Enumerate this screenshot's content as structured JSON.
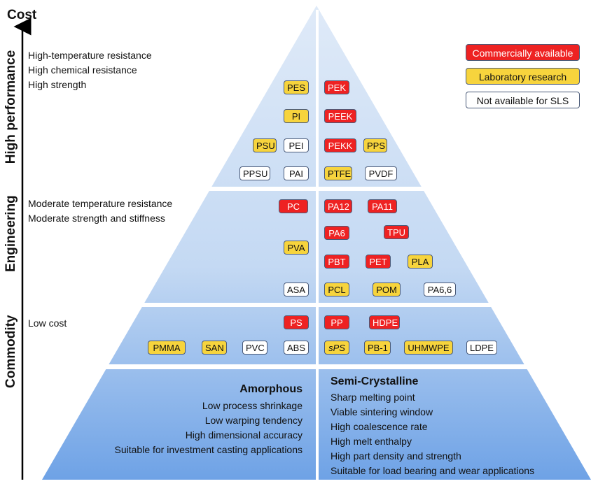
{
  "axis": {
    "title": "Cost"
  },
  "tiers": {
    "high_performance": {
      "label": "High performance",
      "properties": [
        "High-temperature resistance",
        "High chemical resistance",
        "High strength"
      ]
    },
    "engineering": {
      "label": "Engineering",
      "properties": [
        "Moderate temperature resistance",
        "Moderate strength and stiffness"
      ]
    },
    "commodity": {
      "label": "Commodity",
      "properties": [
        "Low cost"
      ]
    }
  },
  "legend": {
    "commercial": "Commercially available",
    "lab": "Laboratory research",
    "not_available": "Not available for SLS"
  },
  "colors": {
    "commercial": "#ee2222",
    "lab": "#f7d43d",
    "not_available": "#ffffff",
    "pyramid_top": "#dce8f7",
    "pyramid_bottom": "#6fa3e6"
  },
  "materials": {
    "pes": {
      "name": "PES",
      "status": "lab"
    },
    "pi": {
      "name": "PI",
      "status": "lab"
    },
    "psu": {
      "name": "PSU",
      "status": "lab"
    },
    "pei": {
      "name": "PEI",
      "status": "not_available"
    },
    "ppsu": {
      "name": "PPSU",
      "status": "not_available"
    },
    "pai": {
      "name": "PAI",
      "status": "not_available"
    },
    "pek": {
      "name": "PEK",
      "status": "commercial"
    },
    "peek": {
      "name": "PEEK",
      "status": "commercial"
    },
    "pekk": {
      "name": "PEKK",
      "status": "commercial"
    },
    "pps": {
      "name": "PPS",
      "status": "lab"
    },
    "ptfe": {
      "name": "PTFE",
      "status": "lab"
    },
    "pvdf": {
      "name": "PVDF",
      "status": "not_available"
    },
    "pc": {
      "name": "PC",
      "status": "commercial"
    },
    "pva": {
      "name": "PVA",
      "status": "lab"
    },
    "asa": {
      "name": "ASA",
      "status": "not_available"
    },
    "pa12": {
      "name": "PA12",
      "status": "commercial"
    },
    "pa11": {
      "name": "PA11",
      "status": "commercial"
    },
    "pa6": {
      "name": "PA6",
      "status": "commercial"
    },
    "tpu": {
      "name": "TPU",
      "status": "commercial"
    },
    "pbt": {
      "name": "PBT",
      "status": "commercial"
    },
    "pet": {
      "name": "PET",
      "status": "commercial"
    },
    "pla": {
      "name": "PLA",
      "status": "lab"
    },
    "pcl": {
      "name": "PCL",
      "status": "lab"
    },
    "pom": {
      "name": "POM",
      "status": "lab"
    },
    "pa66": {
      "name": "PA6,6",
      "status": "not_available"
    },
    "ps": {
      "name": "PS",
      "status": "commercial"
    },
    "pmma": {
      "name": "PMMA",
      "status": "lab"
    },
    "san": {
      "name": "SAN",
      "status": "lab"
    },
    "pvc": {
      "name": "PVC",
      "status": "not_available"
    },
    "abs": {
      "name": "ABS",
      "status": "not_available"
    },
    "pp": {
      "name": "PP",
      "status": "commercial"
    },
    "hdpe": {
      "name": "HDPE",
      "status": "commercial"
    },
    "sps": {
      "name": "sPS",
      "status": "lab"
    },
    "pb1": {
      "name": "PB-1",
      "status": "lab"
    },
    "uhmwpe": {
      "name": "UHMWPE",
      "status": "lab"
    },
    "ldpe": {
      "name": "LDPE",
      "status": "not_available"
    }
  },
  "amorphous": {
    "title": "Amorphous",
    "properties": [
      "Low process shrinkage",
      "Low warping tendency",
      "High dimensional accuracy",
      "Suitable for investment casting applications"
    ]
  },
  "semi_crystalline": {
    "title": "Semi-Crystalline",
    "properties": [
      "Sharp melting point",
      "Viable sintering window",
      "High coalescence rate",
      "High melt enthalpy",
      "High part density and strength",
      "Suitable for load bearing and wear applications"
    ]
  }
}
